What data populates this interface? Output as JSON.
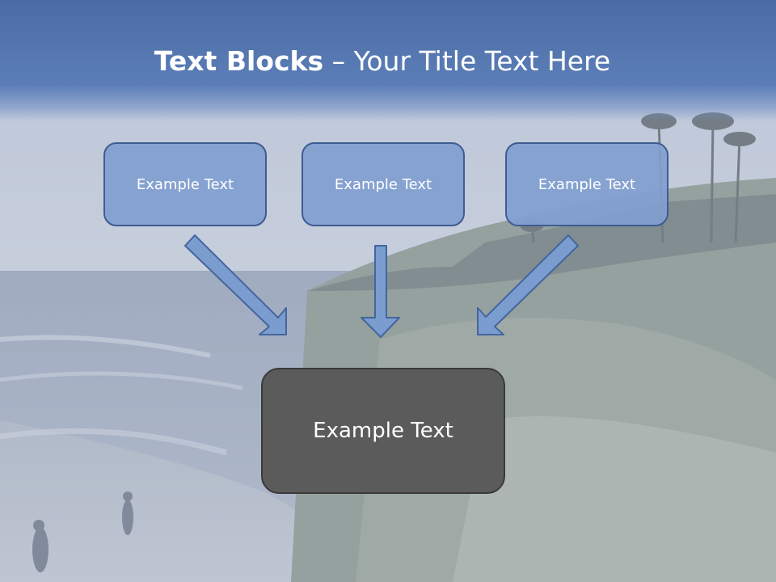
{
  "title": {
    "bold": "Text Blocks",
    "rest": " – Your Title Text Here"
  },
  "boxes": [
    {
      "label": "Example Text"
    },
    {
      "label": "Example Text"
    },
    {
      "label": "Example Text"
    }
  ],
  "target": {
    "label": "Example Text"
  },
  "colors": {
    "title_bar": "#5577b0",
    "box_fill": "#809ed0",
    "box_border": "#3d5c91",
    "target_fill": "#5b5b5b",
    "arrow_fill": "#7b9ccf"
  }
}
